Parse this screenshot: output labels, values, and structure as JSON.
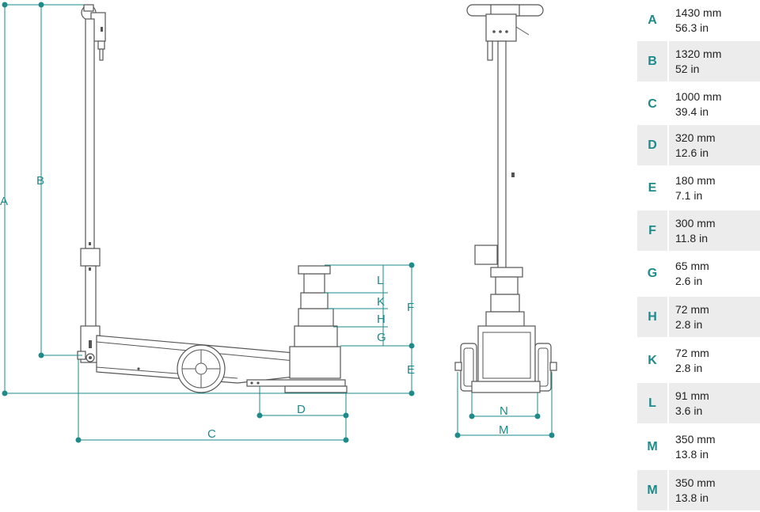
{
  "diagram": {
    "dimension_labels": {
      "A": "A",
      "B": "B",
      "C": "C",
      "D": "D",
      "E": "E",
      "F": "F",
      "G": "G",
      "H": "H",
      "K": "K",
      "L": "L",
      "M": "M",
      "N": "N"
    },
    "colors": {
      "dimension": "#1e8a8a",
      "outline": "#555555"
    }
  },
  "specs": [
    {
      "letter": "A",
      "mm": "1430 mm",
      "inch": "56.3 in"
    },
    {
      "letter": "B",
      "mm": "1320 mm",
      "inch": "52 in"
    },
    {
      "letter": "C",
      "mm": "1000 mm",
      "inch": "39.4 in"
    },
    {
      "letter": "D",
      "mm": "320 mm",
      "inch": "12.6 in"
    },
    {
      "letter": "E",
      "mm": "180 mm",
      "inch": "7.1 in"
    },
    {
      "letter": "F",
      "mm": "300 mm",
      "inch": "11.8 in"
    },
    {
      "letter": "G",
      "mm": "65 mm",
      "inch": "2.6 in"
    },
    {
      "letter": "H",
      "mm": "72 mm",
      "inch": "2.8 in"
    },
    {
      "letter": "K",
      "mm": "72 mm",
      "inch": "2.8 in"
    },
    {
      "letter": "L",
      "mm": "91 mm",
      "inch": "3.6 in"
    },
    {
      "letter": "M",
      "mm": "350 mm",
      "inch": "13.8 in"
    },
    {
      "letter": "M",
      "mm": "350 mm",
      "inch": "13.8 in"
    }
  ]
}
